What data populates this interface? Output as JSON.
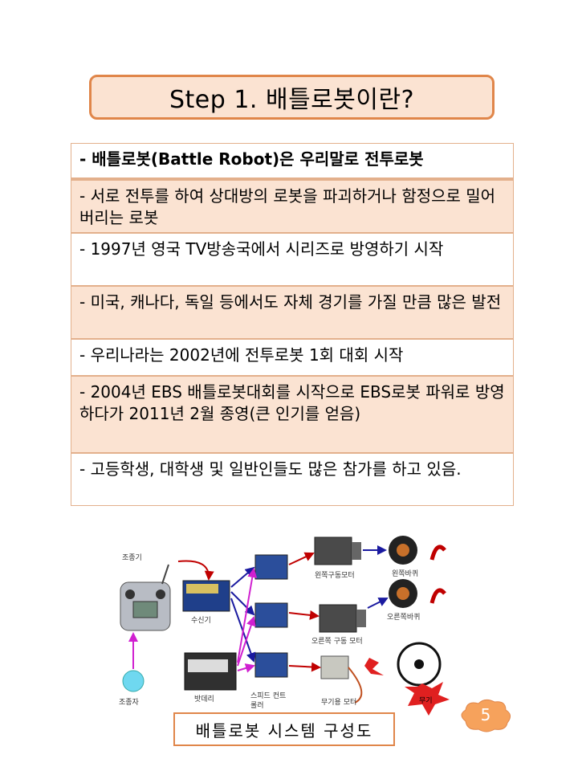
{
  "title": "Step 1. 배틀로봇이란?",
  "rows": [
    "- 배틀로봇(Battle Robot)은 우리말로 전투로봇",
    "- 서로 전투를 하여 상대방의 로봇을 파괴하거나 함정으로 밀어버리는 로봇",
    "- 1997년 영국 TV방송국에서 시리즈로 방영하기 시작",
    "- 미국, 캐나다, 독일 등에서도 자체 경기를 가질 만큼 많은 발전",
    "- 우리나라는 2002년에 전투로봇 1회 대회 시작",
    "- 2004년 EBS 배틀로봇대회를 시작으로 EBS로봇 파워로 방영하다가 2011년 2월 종영(큰 인기를 얻음)",
    "- 고등학생, 대학생 및 일반인들도 많은 참가를 하고 있음."
  ],
  "diagram": {
    "labels": {
      "controller": "조종기",
      "operator": "조종자",
      "receiver": "수신기",
      "battery": "밧데리",
      "speed_controller": "스피드 컨트롤러",
      "left_motor": "왼쪽구동모터",
      "right_motor": "오른쪽 구동 모터",
      "weapon_motor": "무기용 모터",
      "left_wheel": "왼쪽바퀴",
      "right_wheel": "오른쪽바퀴",
      "weapon": "무기"
    },
    "caption": "배틀로봇 시스템 구성도"
  },
  "page_number": "5"
}
